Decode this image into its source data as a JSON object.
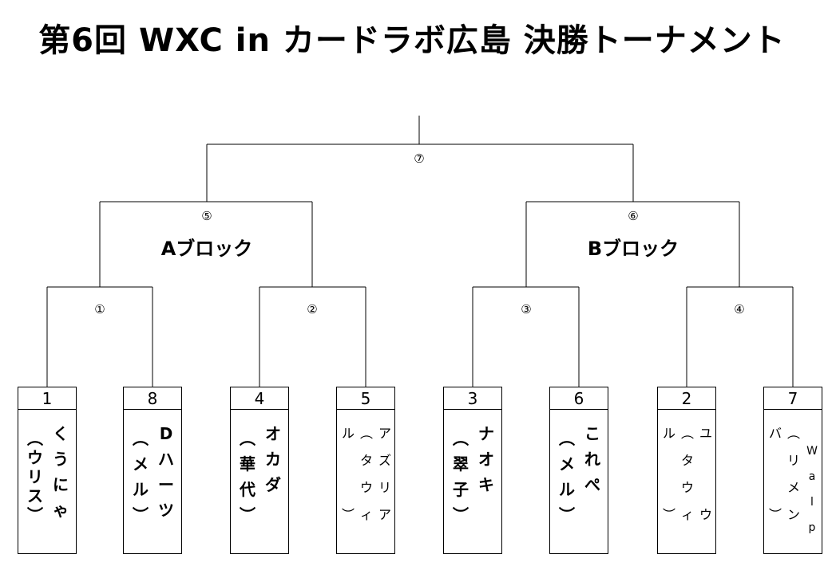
{
  "title": "第6回 WXC in カードラボ広島 決勝トーナメント",
  "final_match": "⑦",
  "blocks": [
    {
      "match": "⑤",
      "label": "Aブロック"
    },
    {
      "match": "⑥",
      "label": "Bブロック"
    }
  ],
  "quarter_matches": [
    "①",
    "②",
    "③",
    "④"
  ],
  "entries": [
    {
      "seed": "1",
      "columns": [
        [
          "︵",
          "ウ",
          "リ",
          "ス",
          "︶"
        ],
        [
          "く",
          "う",
          "に",
          "ゃ"
        ]
      ]
    },
    {
      "seed": "8",
      "columns": [
        [
          "︵",
          "メ",
          "ル",
          "︶"
        ],
        [
          "D",
          "ハ",
          "ー",
          "ツ"
        ]
      ]
    },
    {
      "seed": "4",
      "columns": [
        [
          "︵",
          "華",
          "代",
          "︶"
        ],
        [
          "オ",
          "カ",
          "ダ"
        ]
      ]
    },
    {
      "seed": "5",
      "columns": [
        [
          "ル",
          "",
          "",
          "︶"
        ],
        [
          "︵",
          "タ",
          "ウ",
          "ィ"
        ],
        [
          "ア",
          "ズ",
          "リ",
          "ア"
        ]
      ]
    },
    {
      "seed": "3",
      "columns": [
        [
          "︵",
          "翠",
          "子",
          "︶"
        ],
        [
          "ナ",
          "オ",
          "キ"
        ]
      ]
    },
    {
      "seed": "6",
      "columns": [
        [
          "︵",
          "メ",
          "ル",
          "︶"
        ],
        [
          "こ",
          "れ",
          "ぺ"
        ]
      ]
    },
    {
      "seed": "2",
      "columns": [
        [
          "ル",
          "",
          "",
          "︶"
        ],
        [
          "︵",
          "タ",
          "ウ",
          "ィ"
        ],
        [
          "ユ",
          "",
          "",
          "ウ"
        ]
      ]
    },
    {
      "seed": "7",
      "columns": [
        [
          "バ",
          "",
          "",
          "︶"
        ],
        [
          "︵",
          "リ",
          "メ",
          "ン"
        ],
        [
          "W",
          "a",
          "l",
          "p"
        ]
      ]
    }
  ]
}
